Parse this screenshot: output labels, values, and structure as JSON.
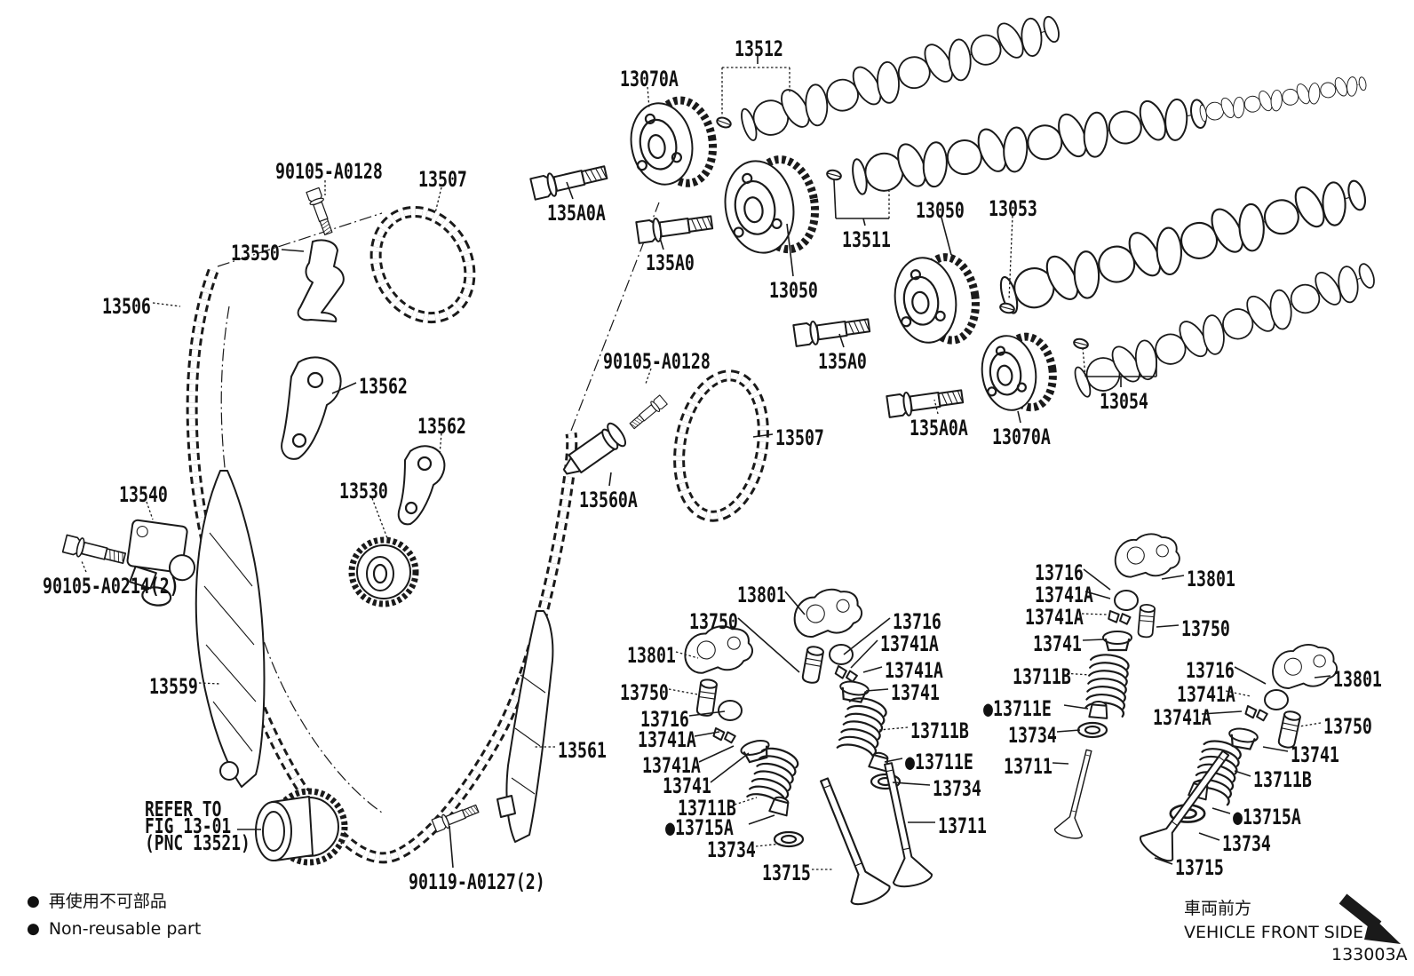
{
  "colors": {
    "ink": "#1a1a1a",
    "background": "#ffffff"
  },
  "diagram_code": "133003A",
  "legend": {
    "bullet": "●",
    "jp": "再使用不可部品",
    "en": "Non-reusable part"
  },
  "front_side": {
    "jp": "車両前方",
    "en": "VEHICLE FRONT SIDE",
    "arrow_icon": "arrow-down-right"
  },
  "note": {
    "line1": "REFER TO",
    "line2": "FIG 13-01",
    "line3": "(PNC 13521)"
  },
  "labels": [
    {
      "text": "13512"
    },
    {
      "text": "13070A"
    },
    {
      "text": "90105-A0128"
    },
    {
      "text": "13507"
    },
    {
      "text": "135A0A"
    },
    {
      "text": "13550"
    },
    {
      "text": "13506"
    },
    {
      "text": "135A0"
    },
    {
      "text": "13511"
    },
    {
      "text": "13050"
    },
    {
      "text": "13050"
    },
    {
      "text": "13053"
    },
    {
      "text": "135A0"
    },
    {
      "text": "90105-A0128"
    },
    {
      "text": "13562"
    },
    {
      "text": "13562"
    },
    {
      "text": "13507"
    },
    {
      "text": "13054"
    },
    {
      "text": "135A0A"
    },
    {
      "text": "13070A"
    },
    {
      "text": "13530"
    },
    {
      "text": "13540"
    },
    {
      "text": "13560A"
    },
    {
      "text": "90105-A0214(2)"
    },
    {
      "text": "13559"
    },
    {
      "text": "13561"
    },
    {
      "text": "90119-A0127(2)"
    },
    {
      "text": "13801"
    },
    {
      "text": "13750"
    },
    {
      "text": "13801"
    },
    {
      "text": "13750"
    },
    {
      "text": "13716"
    },
    {
      "text": "13741A"
    },
    {
      "text": "13741A"
    },
    {
      "text": "13741"
    },
    {
      "text": "13711B"
    },
    {
      "text": "●13715A"
    },
    {
      "text": "13734"
    },
    {
      "text": "13715"
    },
    {
      "text": "13716"
    },
    {
      "text": "13741A"
    },
    {
      "text": "13741A"
    },
    {
      "text": "13741"
    },
    {
      "text": "13711B"
    },
    {
      "text": "●13711E"
    },
    {
      "text": "13734"
    },
    {
      "text": "13711"
    },
    {
      "text": "13716"
    },
    {
      "text": "13741A"
    },
    {
      "text": "13741A"
    },
    {
      "text": "13741"
    },
    {
      "text": "13711B"
    },
    {
      "text": "●13711E"
    },
    {
      "text": "13734"
    },
    {
      "text": "13711"
    },
    {
      "text": "13801"
    },
    {
      "text": "13750"
    },
    {
      "text": "13716"
    },
    {
      "text": "13741A"
    },
    {
      "text": "13741A"
    },
    {
      "text": "13801"
    },
    {
      "text": "13750"
    },
    {
      "text": "13741"
    },
    {
      "text": "13711B"
    },
    {
      "text": "●13715A"
    },
    {
      "text": "13734"
    },
    {
      "text": "13715"
    }
  ]
}
